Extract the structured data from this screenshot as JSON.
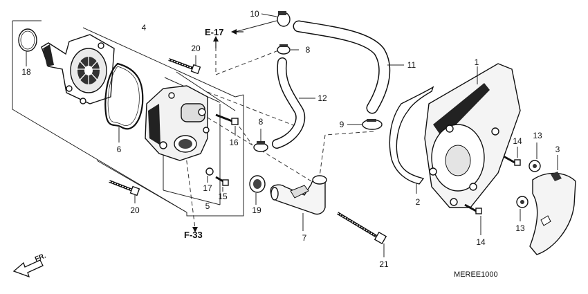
{
  "diagram": {
    "part_numbers": [
      "1",
      "2",
      "3",
      "4",
      "5",
      "6",
      "7",
      "8",
      "8",
      "9",
      "10",
      "11",
      "12",
      "13",
      "13",
      "14",
      "14",
      "15",
      "16",
      "17",
      "18",
      "19",
      "20",
      "20",
      "21"
    ],
    "references": {
      "e17": "E-17",
      "f33": "F-33",
      "front": "FR."
    },
    "diagram_code": "MEREE1000"
  }
}
